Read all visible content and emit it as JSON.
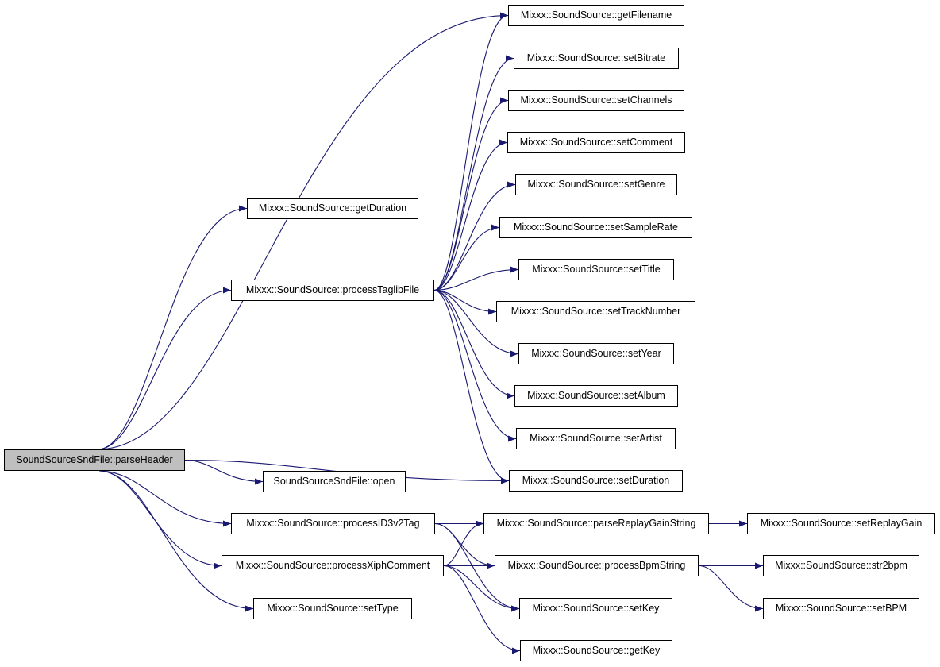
{
  "graph": {
    "edge_color": "#191970",
    "root_fill": "#bfbfbf",
    "root": "SoundSourceSndFile::parseHeader",
    "nodes": {
      "getDuration": "Mixxx::SoundSource::getDuration",
      "processTaglibFile": "Mixxx::SoundSource::processTaglibFile",
      "getFilename": "Mixxx::SoundSource::getFilename",
      "setBitrate": "Mixxx::SoundSource::setBitrate",
      "setChannels": "Mixxx::SoundSource::setChannels",
      "setComment": "Mixxx::SoundSource::setComment",
      "setGenre": "Mixxx::SoundSource::setGenre",
      "setSampleRate": "Mixxx::SoundSource::setSampleRate",
      "setTitle": "Mixxx::SoundSource::setTitle",
      "setTrackNumber": "Mixxx::SoundSource::setTrackNumber",
      "setYear": "Mixxx::SoundSource::setYear",
      "setAlbum": "Mixxx::SoundSource::setAlbum",
      "setArtist": "Mixxx::SoundSource::setArtist",
      "setDuration": "Mixxx::SoundSource::setDuration",
      "open": "SoundSourceSndFile::open",
      "processID3v2Tag": "Mixxx::SoundSource::processID3v2Tag",
      "processXiphComment": "Mixxx::SoundSource::processXiphComment",
      "setType": "Mixxx::SoundSource::setType",
      "parseReplayGainString": "Mixxx::SoundSource::parseReplayGainString",
      "processBpmString": "Mixxx::SoundSource::processBpmString",
      "setKey": "Mixxx::SoundSource::setKey",
      "getKey": "Mixxx::SoundSource::getKey",
      "setReplayGain": "Mixxx::SoundSource::setReplayGain",
      "str2bpm": "Mixxx::SoundSource::str2bpm",
      "setBPM": "Mixxx::SoundSource::setBPM"
    },
    "edges": [
      [
        "root",
        "getDuration"
      ],
      [
        "root",
        "getFilename"
      ],
      [
        "root",
        "processTaglibFile"
      ],
      [
        "root",
        "setDuration"
      ],
      [
        "root",
        "open"
      ],
      [
        "root",
        "processID3v2Tag"
      ],
      [
        "root",
        "processXiphComment"
      ],
      [
        "root",
        "setType"
      ],
      [
        "processTaglibFile",
        "getFilename"
      ],
      [
        "processTaglibFile",
        "setBitrate"
      ],
      [
        "processTaglibFile",
        "setChannels"
      ],
      [
        "processTaglibFile",
        "setComment"
      ],
      [
        "processTaglibFile",
        "setGenre"
      ],
      [
        "processTaglibFile",
        "setSampleRate"
      ],
      [
        "processTaglibFile",
        "setTitle"
      ],
      [
        "processTaglibFile",
        "setTrackNumber"
      ],
      [
        "processTaglibFile",
        "setYear"
      ],
      [
        "processTaglibFile",
        "setAlbum"
      ],
      [
        "processTaglibFile",
        "setArtist"
      ],
      [
        "processTaglibFile",
        "setDuration"
      ],
      [
        "processID3v2Tag",
        "parseReplayGainString"
      ],
      [
        "processID3v2Tag",
        "processBpmString"
      ],
      [
        "processID3v2Tag",
        "setKey"
      ],
      [
        "processXiphComment",
        "parseReplayGainString"
      ],
      [
        "processXiphComment",
        "processBpmString"
      ],
      [
        "processXiphComment",
        "setKey"
      ],
      [
        "processXiphComment",
        "getKey"
      ],
      [
        "parseReplayGainString",
        "setReplayGain"
      ],
      [
        "processBpmString",
        "str2bpm"
      ],
      [
        "processBpmString",
        "setBPM"
      ]
    ]
  }
}
